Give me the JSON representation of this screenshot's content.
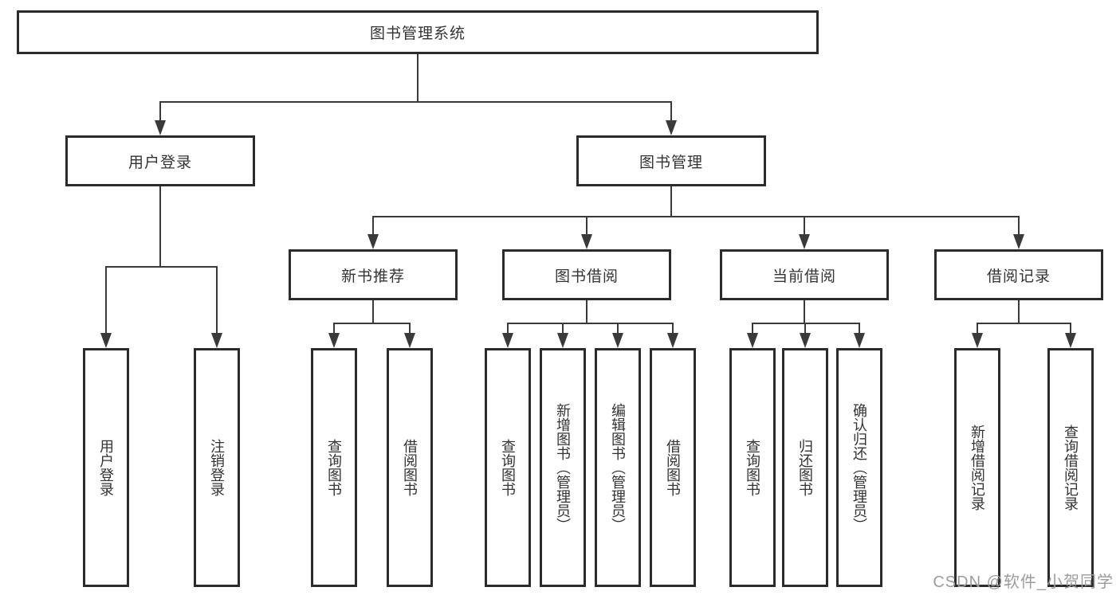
{
  "diagram": {
    "root": {
      "label": "图书管理系统"
    },
    "level2": [
      {
        "label": "用户登录"
      },
      {
        "label": "图书管理"
      }
    ],
    "level3": [
      {
        "label": "新书推荐"
      },
      {
        "label": "图书借阅"
      },
      {
        "label": "当前借阅"
      },
      {
        "label": "借阅记录"
      }
    ],
    "leaves": {
      "user_login": [
        "用户登录",
        "注销登录"
      ],
      "new_book": [
        "查询图书",
        "借阅图书"
      ],
      "book_borrow": [
        "查询图书",
        "新增图书（管理员）",
        "编辑图书（管理员）",
        "借阅图书"
      ],
      "current_borrow": [
        "查询图书",
        "归还图书",
        "确认归还（管理员）"
      ],
      "borrow_record": [
        "新增借阅记录",
        "查询借阅记录"
      ]
    }
  },
  "watermark": {
    "text": "CSDN @软件_小贺同学"
  },
  "colors": {
    "line": "#3a3a3a",
    "border": "#2b2b2b",
    "text": "#333333",
    "watermark": "#9c9c9c",
    "background": "#ffffff"
  }
}
